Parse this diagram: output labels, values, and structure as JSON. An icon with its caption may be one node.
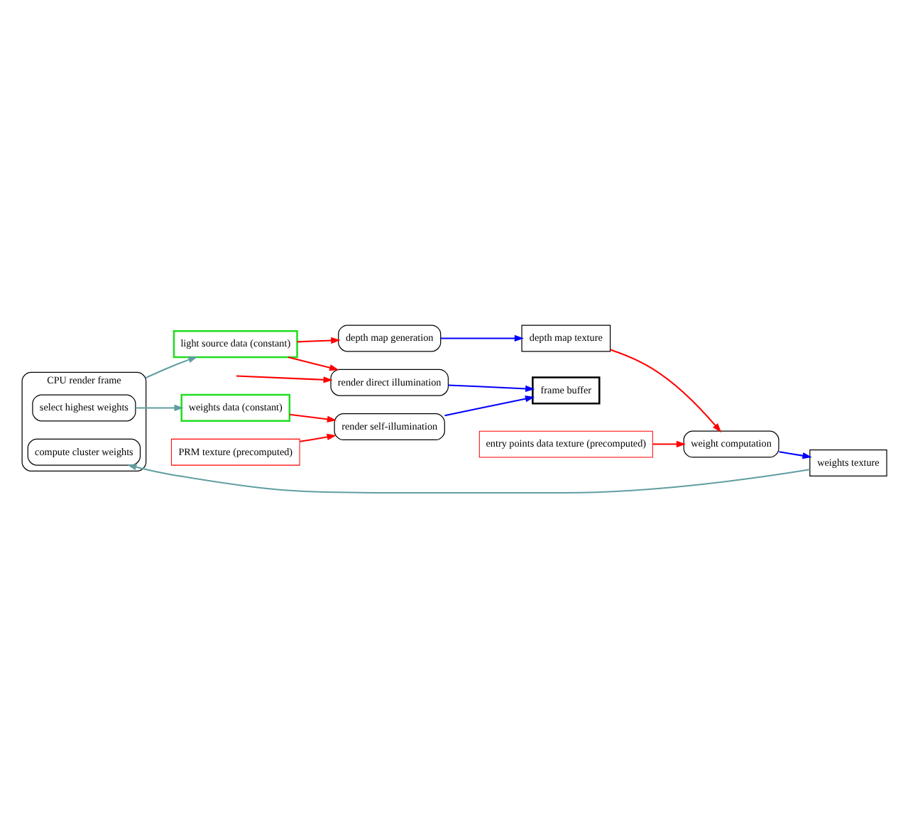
{
  "diagram": {
    "nodes": [
      {
        "text": [
          "CPU render frame"
        ]
      },
      {
        "text": [
          "light source data (constant)"
        ]
      },
      {
        "text": [
          "depth map generation"
        ]
      },
      {
        "text": [
          "depth map texture"
        ]
      },
      {
        "text": [
          "entry points data texture (precomputed)"
        ]
      },
      {
        "text": [
          "weight computation"
        ]
      },
      {
        "text": [
          "weights texture"
        ]
      },
      {
        "text": [
          "compute cluster weights"
        ],
        "in": 0
      },
      {
        "text": [
          "select highest weights"
        ],
        "in": 0
      },
      {
        "text": [
          "PRM texture (precomputed)"
        ]
      },
      {
        "text": [
          "weights data (constant)"
        ]
      },
      {
        "text": [
          "render direct illumination"
        ]
      },
      {
        "text": [
          "render self-illumination"
        ]
      },
      {
        "text": [
          "frame buffer"
        ]
      }
    ],
    "edges": [
      {
        "from": 0,
        "to": 1,
        "arrow": "to",
        "color": "#5f9ea0"
      },
      {
        "from": 1,
        "to": 2,
        "arrow": "to"
      },
      {
        "from": 2,
        "to": 3,
        "arrow": "to",
        "color": "#0000ff"
      },
      {
        "from": 3,
        "to": 5,
        "arrow": "to"
      },
      {
        "from": 4,
        "to": 5,
        "arrow": "to"
      },
      {
        "from": 5,
        "to": 6,
        "arrow": "to",
        "color": "#0000ff"
      },
      {
        "from": 6,
        "to": 7,
        "arrow": "to",
        "color": "#5f9ea0"
      },
      {
        "from": 1,
        "to": 11,
        "arrow": "to"
      },
      {
        "from": null,
        "to": 11,
        "arrow": "to"
      },
      {
        "from": 9,
        "to": 12,
        "arrow": "to"
      },
      {
        "from": 8,
        "to": 10,
        "arrow": "to",
        "color": "#5f9ea0"
      },
      {
        "from": 10,
        "to": 12,
        "arrow": "to"
      },
      {
        "from": 11,
        "to": 13,
        "arrow": "to",
        "color": "#0000ff"
      },
      {
        "from": 12,
        "to": 13,
        "arrow": "to",
        "color": "#0000ff"
      }
    ]
  }
}
